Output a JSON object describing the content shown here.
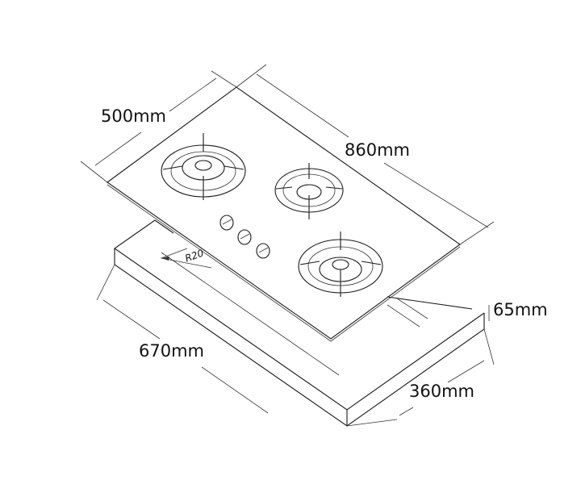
{
  "dimensions": {
    "depth": "500mm",
    "width": "860mm",
    "cutout_height": "65mm",
    "cutout_width": "670mm",
    "cutout_depth": "360mm",
    "corner_radius": "R20"
  },
  "burners": 3,
  "knobs": 3
}
